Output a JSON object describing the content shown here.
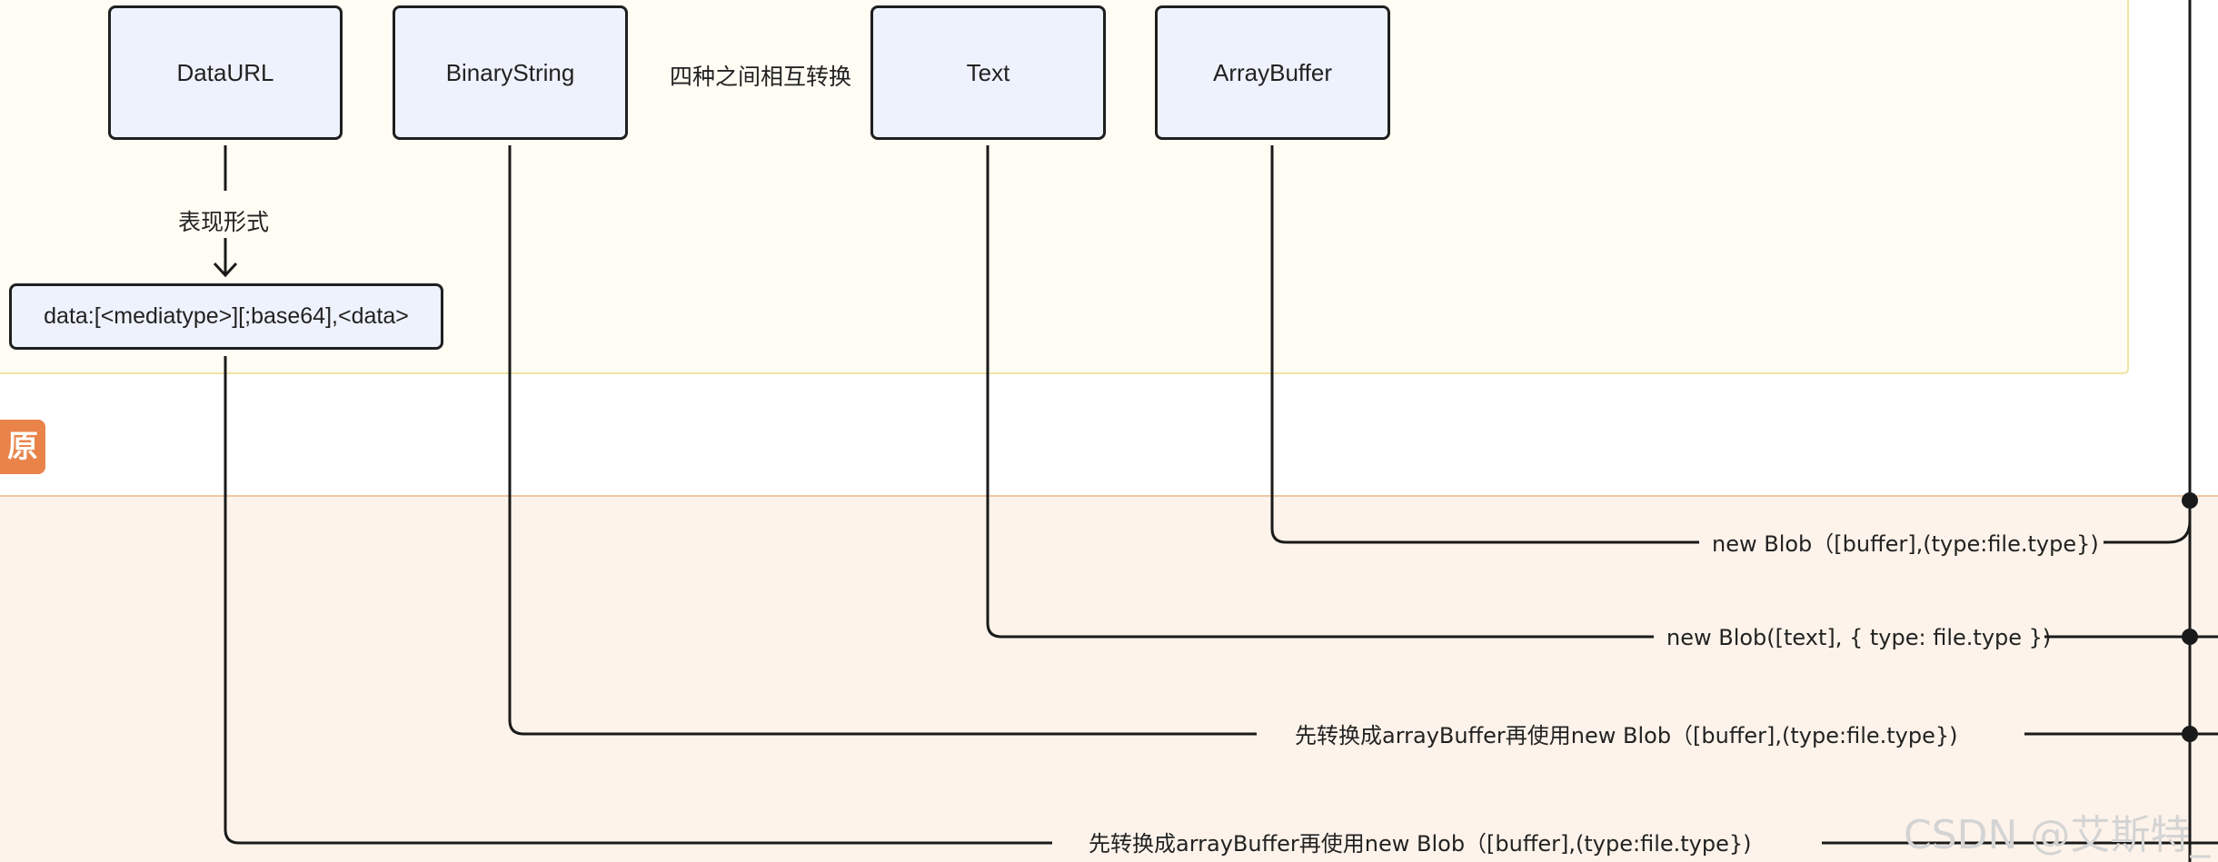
{
  "section_tag": "原",
  "nodes": {
    "dataurl": "DataURL",
    "binarystring": "BinaryString",
    "text": "Text",
    "arraybuffer": "ArrayBuffer"
  },
  "mutual_conversion_label": "四种之间相互转换",
  "representation_label": "表现形式",
  "dataurl_format": "data:[<mediatype>][;base64],<data>",
  "edge_labels": {
    "arraybuffer": "new Blob（[buffer],(type:file.type})",
    "text": "new Blob([text], { type: file.type })",
    "binarystring": "先转换成arrayBuffer再使用new Blob（[buffer],(type:file.type})",
    "dataurl": "先转换成arrayBuffer再使用new Blob（[buffer],(type:file.type})"
  },
  "watermark": "CSDN @艾斯特_"
}
